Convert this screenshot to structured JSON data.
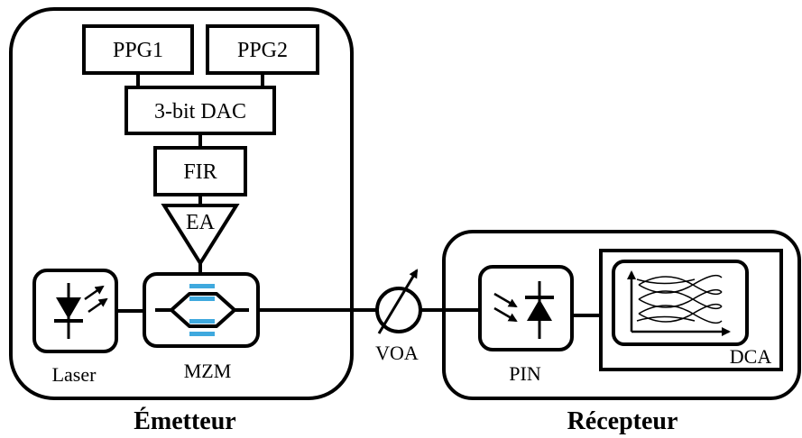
{
  "blocks": {
    "ppg1": "PPG1",
    "ppg2": "PPG2",
    "dac": "3-bit DAC",
    "fir": "FIR",
    "ea": "EA"
  },
  "components": {
    "laser": "Laser",
    "mzm": "MZM",
    "voa": "VOA",
    "pin": "PIN",
    "dca": "DCA"
  },
  "groups": {
    "transmitter": "Émetteur",
    "receiver": "Récepteur"
  },
  "colors": {
    "line": "#000000",
    "waveguide": "#3fa9de"
  }
}
